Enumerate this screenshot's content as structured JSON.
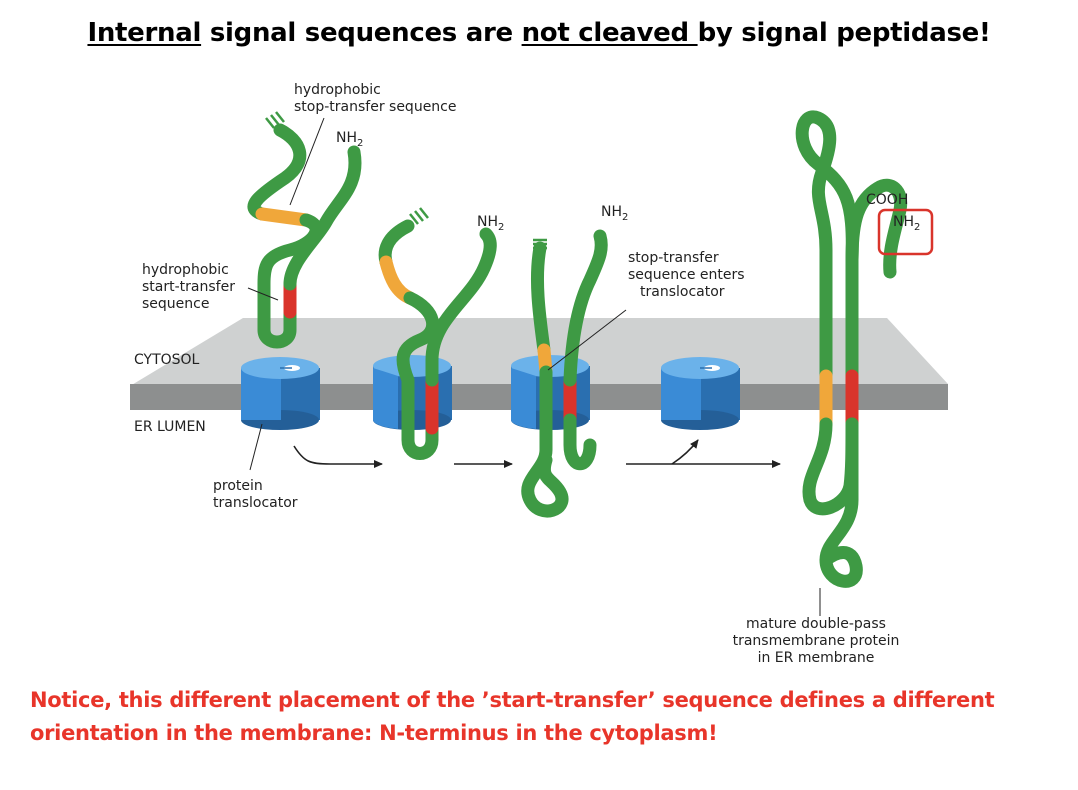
{
  "title": {
    "w1": "Internal",
    "w2": " signal sequences are ",
    "w3": "not cleaved ",
    "w4": "by signal peptidase!"
  },
  "labels": {
    "stop_transfer_l1": "hydrophobic",
    "stop_transfer_l2": "stop-transfer sequence",
    "start_transfer_l1": "hydrophobic",
    "start_transfer_l2": "start-transfer",
    "start_transfer_l3": "sequence",
    "cytosol": "CYTOSOL",
    "er_lumen": "ER LUMEN",
    "translocator_l1": "protein",
    "translocator_l2": "translocator",
    "enters_l1": "stop-transfer",
    "enters_l2": "sequence enters",
    "enters_l3": "translocator",
    "mature_l1": "mature double-pass",
    "mature_l2": "transmembrane protein",
    "mature_l3": "in ER membrane",
    "nh": "NH",
    "sub2": "2",
    "cooh": "COOH"
  },
  "note": "Notice, this different placement of the ’start-transfer’ sequence defines a different orientation in the membrane: N-terminus in the cytoplasm!",
  "colors": {
    "protein": "#3e9a44",
    "start_transfer": "#d9342b",
    "stop_transfer": "#f0a73a",
    "membrane_top": "#cfd1d1",
    "membrane_front": "#8d8f8f",
    "translocator": "#2f80c8",
    "highlight_box": "#d9342b",
    "note": "#e8352a"
  }
}
